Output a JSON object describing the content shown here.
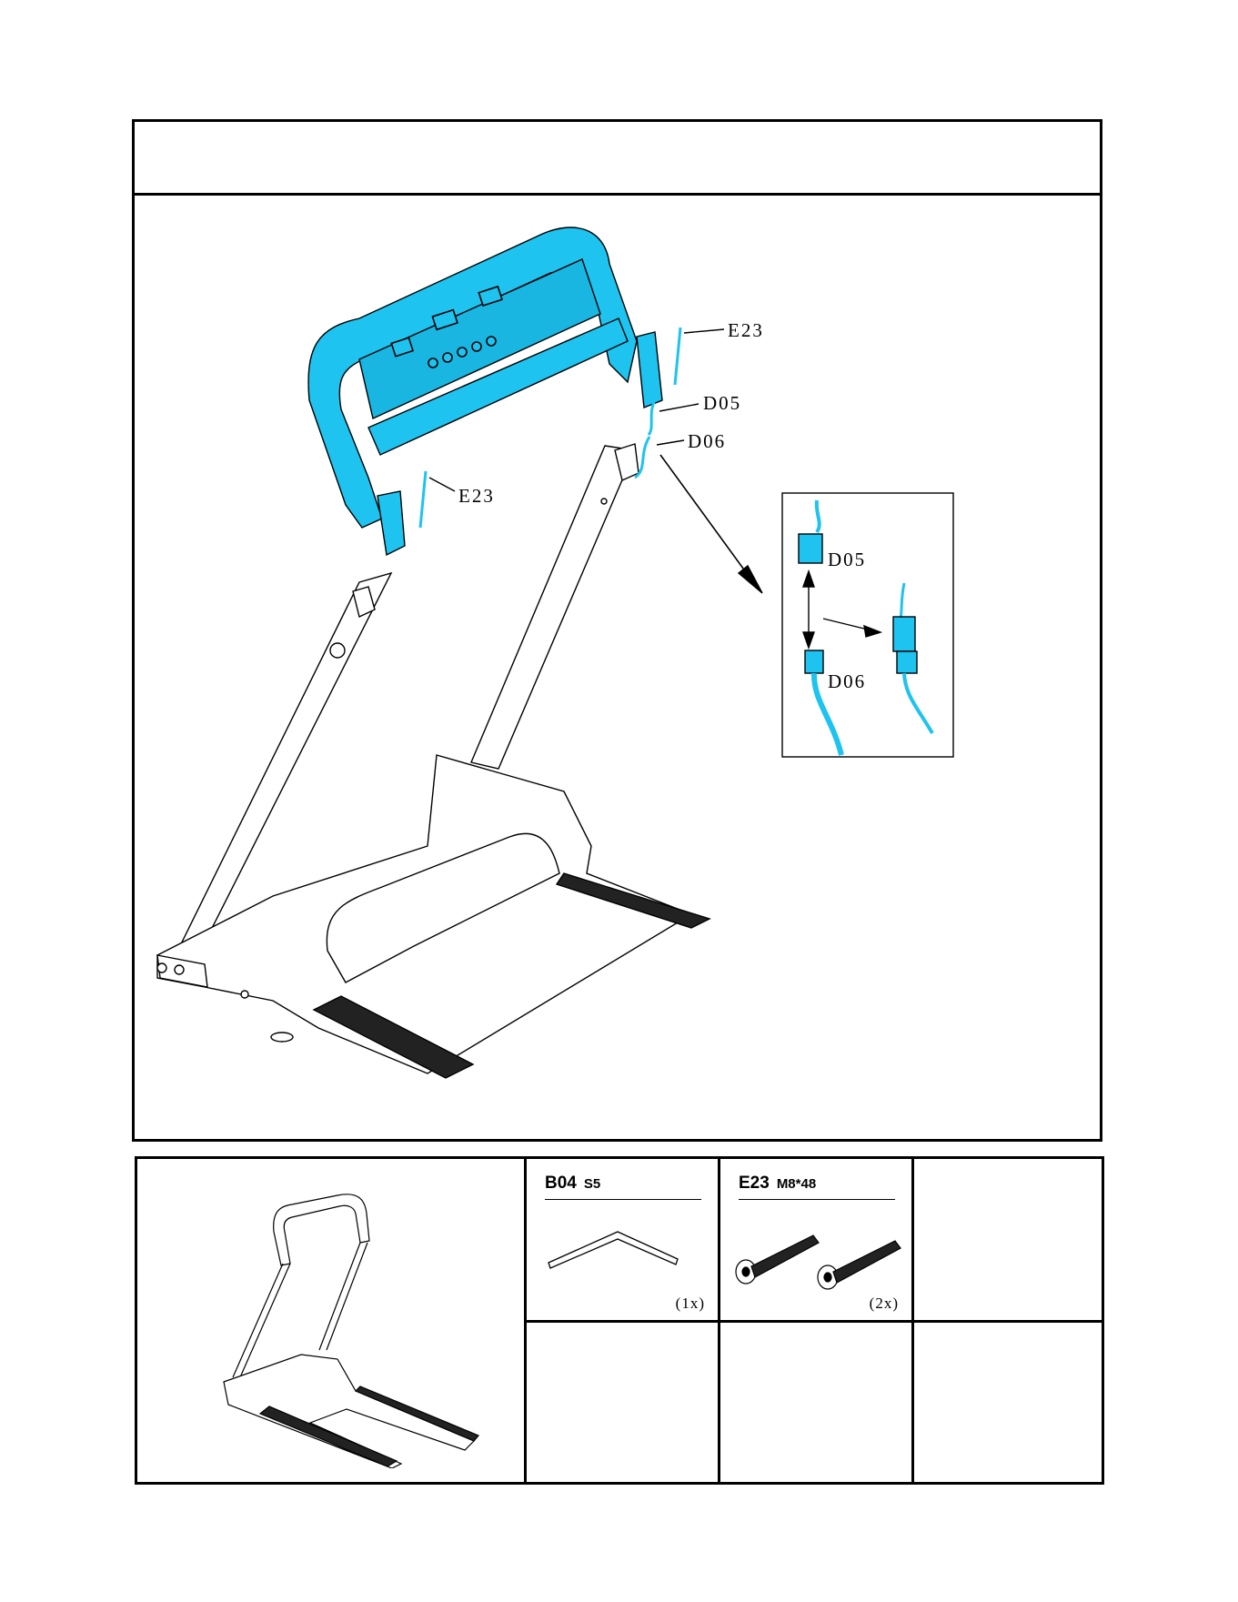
{
  "diagram": {
    "callouts": {
      "e23_top": "E23",
      "d05": "D05",
      "d06": "D06",
      "e23_left": "E23"
    },
    "inset": {
      "d05": "D05",
      "d06": "D06"
    },
    "highlight_color": "#1ec3ef"
  },
  "parts": [
    {
      "code": "B04",
      "spec": "S5",
      "qty": "(1x)"
    },
    {
      "code": "E23",
      "spec": "M8*48",
      "qty": "(2x)"
    }
  ]
}
